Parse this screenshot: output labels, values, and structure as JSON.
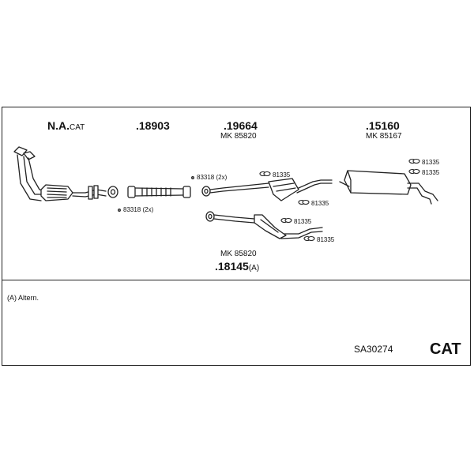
{
  "parts": {
    "na_cat": "N.A.",
    "na_cat_suffix": "CAT",
    "p18903": ".18903",
    "p19664": ".19664",
    "mk85820_top": "MK 85820",
    "p15160": ".15160",
    "mk85167": "MK 85167",
    "mk85820_bottom": "MK 85820",
    "p18145": ".18145",
    "p18145_suffix": "(A)"
  },
  "fittings": {
    "f83318_lower": "83318 (2x)",
    "f83318_upper": "83318 (2x)",
    "f81335_a": "81335",
    "f81335_b": "81335",
    "f81335_c": "81335",
    "f81335_d": "81335",
    "f81335_e": "81335",
    "f81335_f": "81335"
  },
  "footnote": "(A) Altern.",
  "code": "SA30274",
  "type_label": "CAT"
}
